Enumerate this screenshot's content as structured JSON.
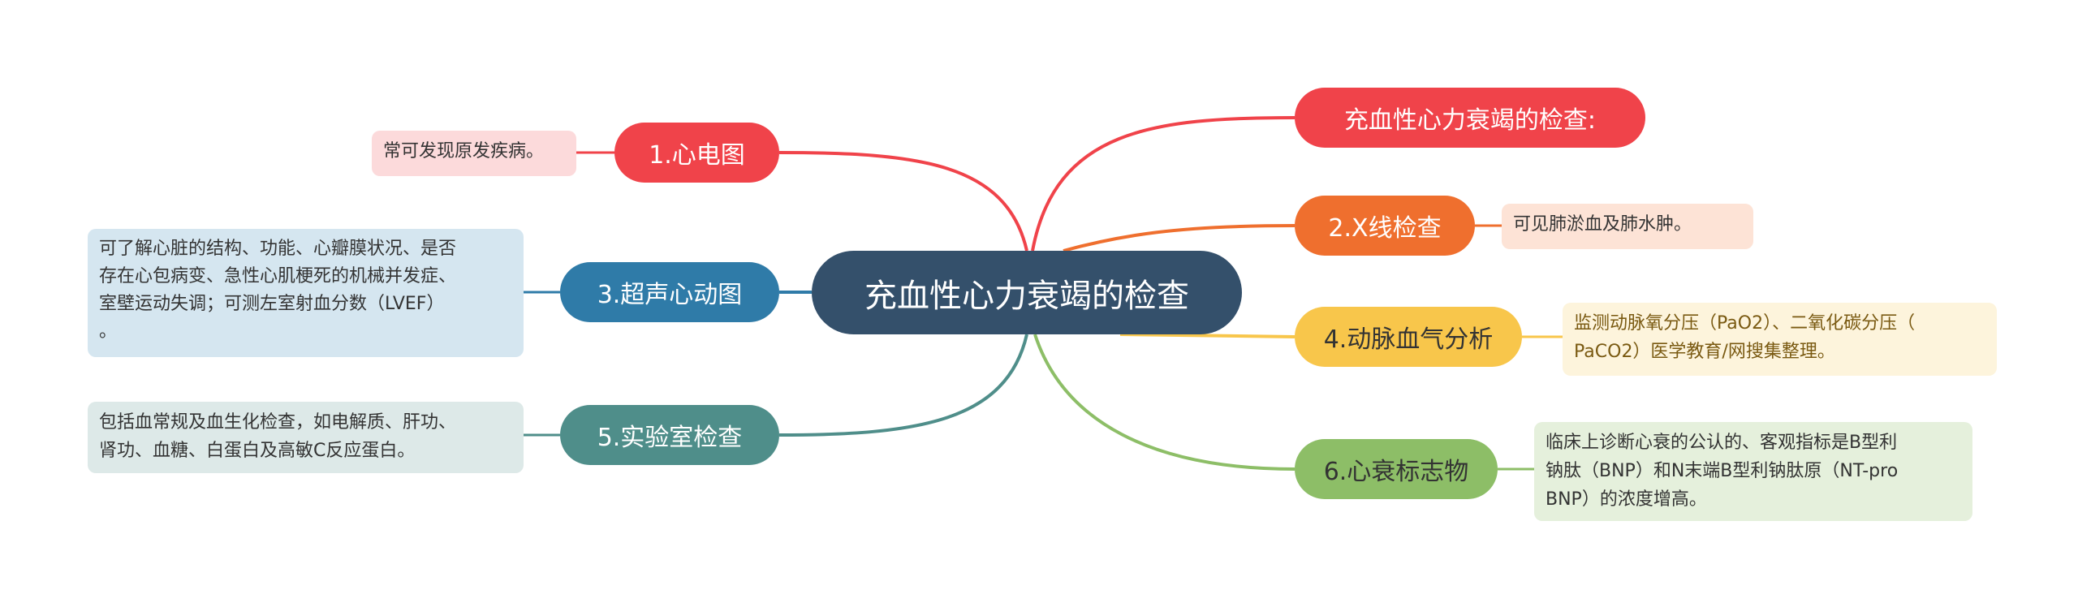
{
  "colors": {
    "central": "#34506b",
    "red": "#f0434a",
    "orange": "#ef6f2e",
    "yellow": "#f8c64b",
    "green": "#8dbe67",
    "blue": "#2f7ba8",
    "teal": "#4f8e8a"
  },
  "central": {
    "label": "充血性心力衰竭的检查"
  },
  "branches": {
    "title": {
      "label": "充血性心力衰竭的检查:"
    },
    "ecg": {
      "label": "1.心电图",
      "note": [
        "常可发现原发疾病。"
      ]
    },
    "xray": {
      "label": "2.X线检查",
      "note": [
        "可见肺淤血及肺水肿。"
      ]
    },
    "echo": {
      "label": "3.超声心动图",
      "note": [
        "可了解心脏的结构、功能、心瓣膜状况、是否",
        "存在心包病变、急性心肌梗死的机械并发症、",
        "室壁运动失调；可测左室射血分数（LVEF）",
        "。"
      ]
    },
    "bloodgas": {
      "label": "4.动脉血气分析",
      "note": [
        "监测动脉氧分压（PaO2）、二氧化碳分压（",
        "PaCO2）医学教育/网搜集整理。"
      ]
    },
    "lab": {
      "label": "5.实验室检查",
      "note": [
        "包括血常规及血生化检查，如电解质、肝功、",
        "肾功、血糖、白蛋白及高敏C反应蛋白。"
      ]
    },
    "marker": {
      "label": "6.心衰标志物",
      "note": [
        "临床上诊断心衰的公认的、客观指标是B型利",
        "钠肽（BNP）和N末端B型利钠肽原（NT-pro",
        "BNP）的浓度增高。"
      ]
    }
  }
}
